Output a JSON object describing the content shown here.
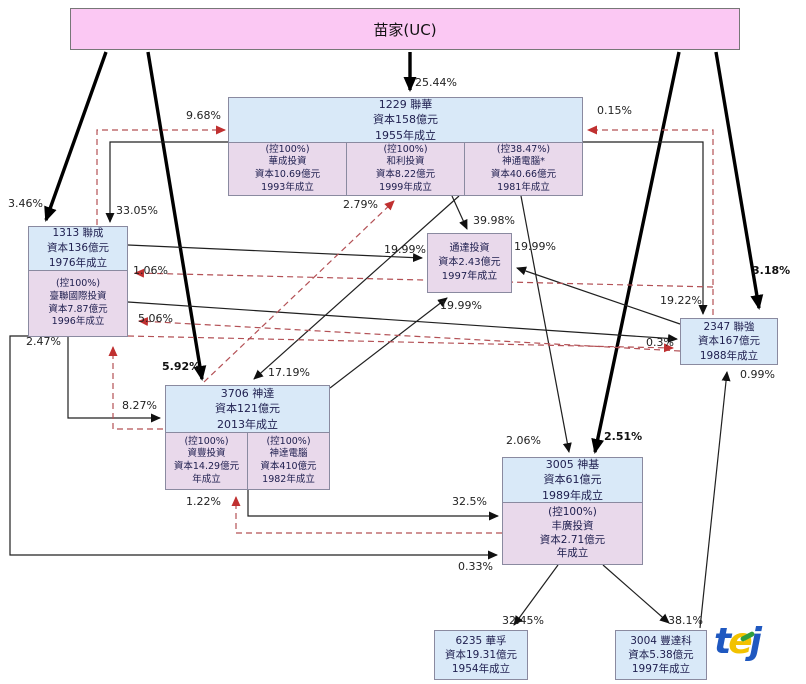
{
  "root": {
    "name": "苗家(UC)"
  },
  "nodes": {
    "c1229": {
      "title": "1229  聯華",
      "capital": "資本158億元",
      "founded": "1955年成立",
      "subs": [
        {
          "stake": "(控100%)",
          "name": "華成投資",
          "capital": "資本10.69億元",
          "founded": "1993年成立"
        },
        {
          "stake": "(控100%)",
          "name": "和利投資",
          "capital": "資本8.22億元",
          "founded": "1999年成立"
        },
        {
          "stake": "(控38.47%)",
          "name": "神通電腦*",
          "capital": "資本40.66億元",
          "founded": "1981年成立"
        }
      ]
    },
    "c1313": {
      "title": "1313  聯成",
      "capital": "資本136億元",
      "founded": "1976年成立",
      "subs": [
        {
          "stake": "(控100%)",
          "name": "臺聯國際投資",
          "capital": "資本7.87億元",
          "founded": "1996年成立"
        }
      ]
    },
    "tongda": {
      "name": "通達投資",
      "capital": "資本2.43億元",
      "founded": "1997年成立"
    },
    "c2347": {
      "title": "2347  聯強",
      "capital": "資本167億元",
      "founded": "1988年成立"
    },
    "c3706": {
      "title": "3706  神達",
      "capital": "資本121億元",
      "founded": "2013年成立",
      "subs": [
        {
          "stake": "(控100%)",
          "name": "資豐投資",
          "capital": "資本14.29億元",
          "founded": "年成立"
        },
        {
          "stake": "(控100%)",
          "name": "神達電腦",
          "capital": "資本410億元",
          "founded": "1982年成立"
        }
      ]
    },
    "c3005": {
      "title": "3005  神基",
      "capital": "資本61億元",
      "founded": "1989年成立",
      "subs": [
        {
          "stake": "(控100%)",
          "name": "丰廣投資",
          "capital": "資本2.71億元",
          "founded": "年成立"
        }
      ]
    },
    "c6235": {
      "title": "6235  華孚",
      "capital": "資本19.31億元",
      "founded": "1954年成立"
    },
    "c3004": {
      "title": "3004  豐達科",
      "capital": "資本5.38億元",
      "founded": "1997年成立"
    }
  },
  "edges": [
    {
      "label": "25.44%",
      "from": "苗家(UC)",
      "to": "1229 聯華"
    },
    {
      "label": "9.68%",
      "from": "1313 聯成",
      "to": "1229 聯華"
    },
    {
      "label": "0.15%",
      "from": "2347 聯強",
      "to": "1229 聯華"
    },
    {
      "label": "3.46%",
      "from": "苗家(UC)",
      "to": "1313 聯成"
    },
    {
      "label": "33.05%",
      "from": "1229 聯華",
      "to": "1313 聯成"
    },
    {
      "label": "2.79%",
      "from": "3706 神達",
      "to": "和利投資"
    },
    {
      "label": "39.98%",
      "from": "神通電腦",
      "to": "通達投資"
    },
    {
      "label": "19.99%",
      "from": "1313 聯成",
      "to": "通達投資"
    },
    {
      "label": "19.99%",
      "from": "2347 聯強",
      "to": "通達投資"
    },
    {
      "label": "19.99%",
      "from": "3706 神達",
      "to": "通達投資"
    },
    {
      "label": "1.06%",
      "from": "2347 聯強",
      "to": "1313 聯成"
    },
    {
      "label": "5.06%",
      "from": "2347 聯強",
      "to": "1313 聯成"
    },
    {
      "label": "2.47%",
      "from": "3706 神達",
      "to": "1313 聯成"
    },
    {
      "label": "3.18%",
      "from": "苗家(UC)",
      "to": "2347 聯強"
    },
    {
      "label": "19.22%",
      "from": "1229 聯華",
      "to": "2347 聯強"
    },
    {
      "label": "0.3%",
      "from": "1313 聯成",
      "to": "2347 聯強"
    },
    {
      "label": "0.99%",
      "from": "3004 豐達科",
      "to": "2347 聯強"
    },
    {
      "label": "5.92%",
      "from": "苗家(UC)",
      "to": "3706 神達"
    },
    {
      "label": "17.19%",
      "from": "1229 聯華",
      "to": "3706 神達"
    },
    {
      "label": "8.27%",
      "from": "1313 聯成",
      "to": "3706 神達"
    },
    {
      "label": "2.06%",
      "from": "神通電腦",
      "to": "3005 神基"
    },
    {
      "label": "2.51%",
      "from": "苗家(UC)",
      "to": "3005 神基"
    },
    {
      "label": "32.5%",
      "from": "神達電腦",
      "to": "3005 神基"
    },
    {
      "label": "1.22%",
      "from": "丰廣投資",
      "to": "資豐投資"
    },
    {
      "label": "0.33%",
      "from": "1313 聯成",
      "to": "丰廣投資"
    },
    {
      "label": "32.45%",
      "from": "丰廣投資",
      "to": "6235 華孚"
    },
    {
      "label": "38.1%",
      "from": "丰廣投資",
      "to": "3004 豐達科"
    }
  ],
  "logo": {
    "t": "t",
    "e": "e",
    "j": "j"
  },
  "colors": {
    "root_bg": "#fbc8f3",
    "company_header_bg": "#d9e9f8",
    "subsidiary_bg": "#e9d9eb",
    "dashed_link": "#b35055",
    "solid_link": "#000000"
  }
}
